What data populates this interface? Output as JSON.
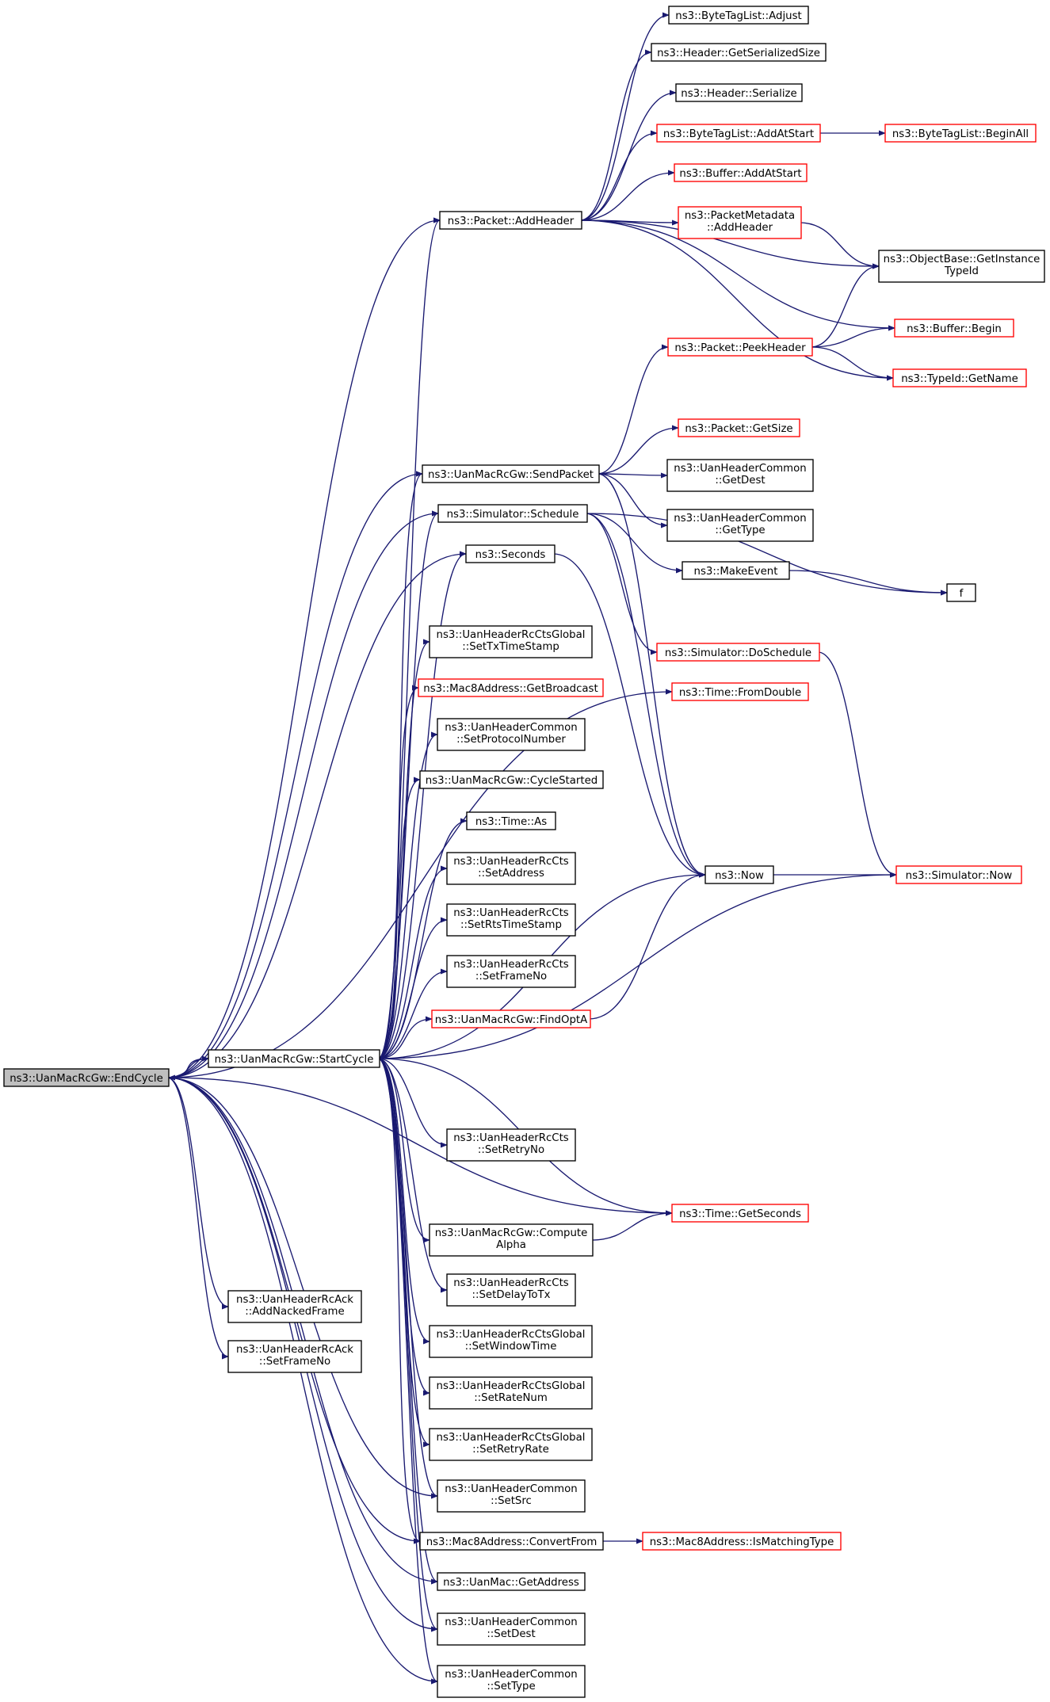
{
  "graph": {
    "colors": {
      "edge": "#191970",
      "node_border": "#000000",
      "truncated_node_border": "#ff0000",
      "focus_fill": "#bfbfbf",
      "background": "#ffffff"
    },
    "nodes": [
      {
        "id": "endcycle",
        "lines": [
          "ns3::UanMacRcGw::EndCycle"
        ],
        "style": "focus"
      },
      {
        "id": "startcycle",
        "lines": [
          "ns3::UanMacRcGw::StartCycle"
        ],
        "style": "normal"
      },
      {
        "id": "addheader",
        "lines": [
          "ns3::Packet::AddHeader"
        ],
        "style": "normal"
      },
      {
        "id": "btl_adjust",
        "lines": [
          "ns3::ByteTagList::Adjust"
        ],
        "style": "normal"
      },
      {
        "id": "hdr_getsersize",
        "lines": [
          "ns3::Header::GetSerializedSize"
        ],
        "style": "normal"
      },
      {
        "id": "hdr_serialize",
        "lines": [
          "ns3::Header::Serialize"
        ],
        "style": "normal"
      },
      {
        "id": "btl_addatstart",
        "lines": [
          "ns3::ByteTagList::AddAtStart"
        ],
        "style": "truncated"
      },
      {
        "id": "btl_beginall",
        "lines": [
          "ns3::ByteTagList::BeginAll"
        ],
        "style": "truncated"
      },
      {
        "id": "buf_addatstart",
        "lines": [
          "ns3::Buffer::AddAtStart"
        ],
        "style": "truncated"
      },
      {
        "id": "pm_addheader",
        "lines": [
          "ns3::PacketMetadata",
          "::AddHeader"
        ],
        "style": "truncated"
      },
      {
        "id": "ob_getinstance",
        "lines": [
          "ns3::ObjectBase::GetInstance",
          "TypeId"
        ],
        "style": "normal"
      },
      {
        "id": "buf_begin",
        "lines": [
          "ns3::Buffer::Begin"
        ],
        "style": "truncated"
      },
      {
        "id": "peekheader",
        "lines": [
          "ns3::Packet::PeekHeader"
        ],
        "style": "truncated"
      },
      {
        "id": "typeid_getname",
        "lines": [
          "ns3::TypeId::GetName"
        ],
        "style": "truncated"
      },
      {
        "id": "getsize",
        "lines": [
          "ns3::Packet::GetSize"
        ],
        "style": "truncated"
      },
      {
        "id": "sendpacket",
        "lines": [
          "ns3::UanMacRcGw::SendPacket"
        ],
        "style": "normal"
      },
      {
        "id": "uhc_getdest",
        "lines": [
          "ns3::UanHeaderCommon",
          "::GetDest"
        ],
        "style": "normal"
      },
      {
        "id": "uhc_gettype",
        "lines": [
          "ns3::UanHeaderCommon",
          "::GetType"
        ],
        "style": "normal"
      },
      {
        "id": "schedule",
        "lines": [
          "ns3::Simulator::Schedule"
        ],
        "style": "normal"
      },
      {
        "id": "makeevent",
        "lines": [
          "ns3::MakeEvent"
        ],
        "style": "normal"
      },
      {
        "id": "f",
        "lines": [
          "f"
        ],
        "style": "normal"
      },
      {
        "id": "seconds",
        "lines": [
          "ns3::Seconds"
        ],
        "style": "normal"
      },
      {
        "id": "doschedule",
        "lines": [
          "ns3::Simulator::DoSchedule"
        ],
        "style": "truncated"
      },
      {
        "id": "fromdouble",
        "lines": [
          "ns3::Time::FromDouble"
        ],
        "style": "truncated"
      },
      {
        "id": "setTxTimeStamp",
        "lines": [
          "ns3::UanHeaderRcCtsGlobal",
          "::SetTxTimeStamp"
        ],
        "style": "normal"
      },
      {
        "id": "getbroadcast",
        "lines": [
          "ns3::Mac8Address::GetBroadcast"
        ],
        "style": "truncated"
      },
      {
        "id": "setprotocol",
        "lines": [
          "ns3::UanHeaderCommon",
          "::SetProtocolNumber"
        ],
        "style": "normal"
      },
      {
        "id": "cyclestarted",
        "lines": [
          "ns3::UanMacRcGw::CycleStarted"
        ],
        "style": "normal"
      },
      {
        "id": "time_as",
        "lines": [
          "ns3::Time::As"
        ],
        "style": "normal"
      },
      {
        "id": "setaddress",
        "lines": [
          "ns3::UanHeaderRcCts",
          "::SetAddress"
        ],
        "style": "normal"
      },
      {
        "id": "setrtstimestamp",
        "lines": [
          "ns3::UanHeaderRcCts",
          "::SetRtsTimeStamp"
        ],
        "style": "normal"
      },
      {
        "id": "setframeno_cts",
        "lines": [
          "ns3::UanHeaderRcCts",
          "::SetFrameNo"
        ],
        "style": "normal"
      },
      {
        "id": "findopta",
        "lines": [
          "ns3::UanMacRcGw::FindOptA"
        ],
        "style": "truncated"
      },
      {
        "id": "now",
        "lines": [
          "ns3::Now"
        ],
        "style": "normal"
      },
      {
        "id": "sim_now",
        "lines": [
          "ns3::Simulator::Now"
        ],
        "style": "truncated"
      },
      {
        "id": "setretryno",
        "lines": [
          "ns3::UanHeaderRcCts",
          "::SetRetryNo"
        ],
        "style": "normal"
      },
      {
        "id": "getseconds",
        "lines": [
          "ns3::Time::GetSeconds"
        ],
        "style": "truncated"
      },
      {
        "id": "computealpha",
        "lines": [
          "ns3::UanMacRcGw::Compute",
          "Alpha"
        ],
        "style": "normal"
      },
      {
        "id": "setdelaytotx",
        "lines": [
          "ns3::UanHeaderRcCts",
          "::SetDelayToTx"
        ],
        "style": "normal"
      },
      {
        "id": "addnackedframe",
        "lines": [
          "ns3::UanHeaderRcAck",
          "::AddNackedFrame"
        ],
        "style": "normal"
      },
      {
        "id": "setframeno_ack",
        "lines": [
          "ns3::UanHeaderRcAck",
          "::SetFrameNo"
        ],
        "style": "normal"
      },
      {
        "id": "setwindowtime",
        "lines": [
          "ns3::UanHeaderRcCtsGlobal",
          "::SetWindowTime"
        ],
        "style": "normal"
      },
      {
        "id": "setratenum",
        "lines": [
          "ns3::UanHeaderRcCtsGlobal",
          "::SetRateNum"
        ],
        "style": "normal"
      },
      {
        "id": "setretryrate",
        "lines": [
          "ns3::UanHeaderRcCtsGlobal",
          "::SetRetryRate"
        ],
        "style": "normal"
      },
      {
        "id": "setsrc",
        "lines": [
          "ns3::UanHeaderCommon",
          "::SetSrc"
        ],
        "style": "normal"
      },
      {
        "id": "convertfrom",
        "lines": [
          "ns3::Mac8Address::ConvertFrom"
        ],
        "style": "normal"
      },
      {
        "id": "ismatchingtype",
        "lines": [
          "ns3::Mac8Address::IsMatchingType"
        ],
        "style": "truncated"
      },
      {
        "id": "getaddress",
        "lines": [
          "ns3::UanMac::GetAddress"
        ],
        "style": "normal"
      },
      {
        "id": "setdest",
        "lines": [
          "ns3::UanHeaderCommon",
          "::SetDest"
        ],
        "style": "normal"
      },
      {
        "id": "settype",
        "lines": [
          "ns3::UanHeaderCommon",
          "::SetType"
        ],
        "style": "normal"
      }
    ],
    "edges": [
      {
        "from": "startcycle",
        "to": "endcycle"
      },
      {
        "from": "endcycle",
        "to": "startcycle"
      },
      {
        "from": "endcycle",
        "to": "addheader"
      },
      {
        "from": "endcycle",
        "to": "sendpacket"
      },
      {
        "from": "endcycle",
        "to": "schedule"
      },
      {
        "from": "endcycle",
        "to": "seconds"
      },
      {
        "from": "endcycle",
        "to": "fromdouble"
      },
      {
        "from": "endcycle",
        "to": "getseconds"
      },
      {
        "from": "endcycle",
        "to": "addnackedframe"
      },
      {
        "from": "endcycle",
        "to": "setframeno_ack"
      },
      {
        "from": "endcycle",
        "to": "convertfrom"
      },
      {
        "from": "endcycle",
        "to": "getaddress"
      },
      {
        "from": "endcycle",
        "to": "setsrc"
      },
      {
        "from": "endcycle",
        "to": "setdest"
      },
      {
        "from": "endcycle",
        "to": "settype"
      },
      {
        "from": "addheader",
        "to": "btl_adjust"
      },
      {
        "from": "addheader",
        "to": "hdr_getsersize"
      },
      {
        "from": "addheader",
        "to": "hdr_serialize"
      },
      {
        "from": "addheader",
        "to": "btl_addatstart"
      },
      {
        "from": "addheader",
        "to": "buf_addatstart"
      },
      {
        "from": "addheader",
        "to": "pm_addheader"
      },
      {
        "from": "addheader",
        "to": "ob_getinstance"
      },
      {
        "from": "addheader",
        "to": "buf_begin"
      },
      {
        "from": "addheader",
        "to": "typeid_getname"
      },
      {
        "from": "btl_addatstart",
        "to": "btl_beginall"
      },
      {
        "from": "pm_addheader",
        "to": "ob_getinstance"
      },
      {
        "from": "peekheader",
        "to": "ob_getinstance"
      },
      {
        "from": "peekheader",
        "to": "buf_begin"
      },
      {
        "from": "peekheader",
        "to": "typeid_getname"
      },
      {
        "from": "sendpacket",
        "to": "peekheader"
      },
      {
        "from": "sendpacket",
        "to": "getsize"
      },
      {
        "from": "sendpacket",
        "to": "uhc_getdest"
      },
      {
        "from": "sendpacket",
        "to": "uhc_gettype"
      },
      {
        "from": "sendpacket",
        "to": "now"
      },
      {
        "from": "schedule",
        "to": "makeevent"
      },
      {
        "from": "schedule",
        "to": "f"
      },
      {
        "from": "schedule",
        "to": "doschedule"
      },
      {
        "from": "schedule",
        "to": "now"
      },
      {
        "from": "makeevent",
        "to": "f"
      },
      {
        "from": "seconds",
        "to": "now"
      },
      {
        "from": "doschedule",
        "to": "sim_now"
      },
      {
        "from": "now",
        "to": "sim_now"
      },
      {
        "from": "findopta",
        "to": "now"
      },
      {
        "from": "computealpha",
        "to": "getseconds"
      },
      {
        "from": "convertfrom",
        "to": "ismatchingtype"
      },
      {
        "from": "startcycle",
        "to": "addheader"
      },
      {
        "from": "startcycle",
        "to": "sendpacket"
      },
      {
        "from": "startcycle",
        "to": "schedule"
      },
      {
        "from": "startcycle",
        "to": "seconds"
      },
      {
        "from": "startcycle",
        "to": "setTxTimeStamp"
      },
      {
        "from": "startcycle",
        "to": "getbroadcast"
      },
      {
        "from": "startcycle",
        "to": "setprotocol"
      },
      {
        "from": "startcycle",
        "to": "cyclestarted"
      },
      {
        "from": "startcycle",
        "to": "time_as"
      },
      {
        "from": "startcycle",
        "to": "setaddress"
      },
      {
        "from": "startcycle",
        "to": "setrtstimestamp"
      },
      {
        "from": "startcycle",
        "to": "setframeno_cts"
      },
      {
        "from": "startcycle",
        "to": "findopta"
      },
      {
        "from": "startcycle",
        "to": "now"
      },
      {
        "from": "startcycle",
        "to": "sim_now"
      },
      {
        "from": "startcycle",
        "to": "setretryno"
      },
      {
        "from": "startcycle",
        "to": "getseconds"
      },
      {
        "from": "startcycle",
        "to": "computealpha"
      },
      {
        "from": "startcycle",
        "to": "setdelaytotx"
      },
      {
        "from": "startcycle",
        "to": "setwindowtime"
      },
      {
        "from": "startcycle",
        "to": "setratenum"
      },
      {
        "from": "startcycle",
        "to": "setretryrate"
      },
      {
        "from": "startcycle",
        "to": "setsrc"
      },
      {
        "from": "startcycle",
        "to": "convertfrom"
      },
      {
        "from": "startcycle",
        "to": "getaddress"
      },
      {
        "from": "startcycle",
        "to": "setdest"
      },
      {
        "from": "startcycle",
        "to": "settype"
      }
    ]
  }
}
